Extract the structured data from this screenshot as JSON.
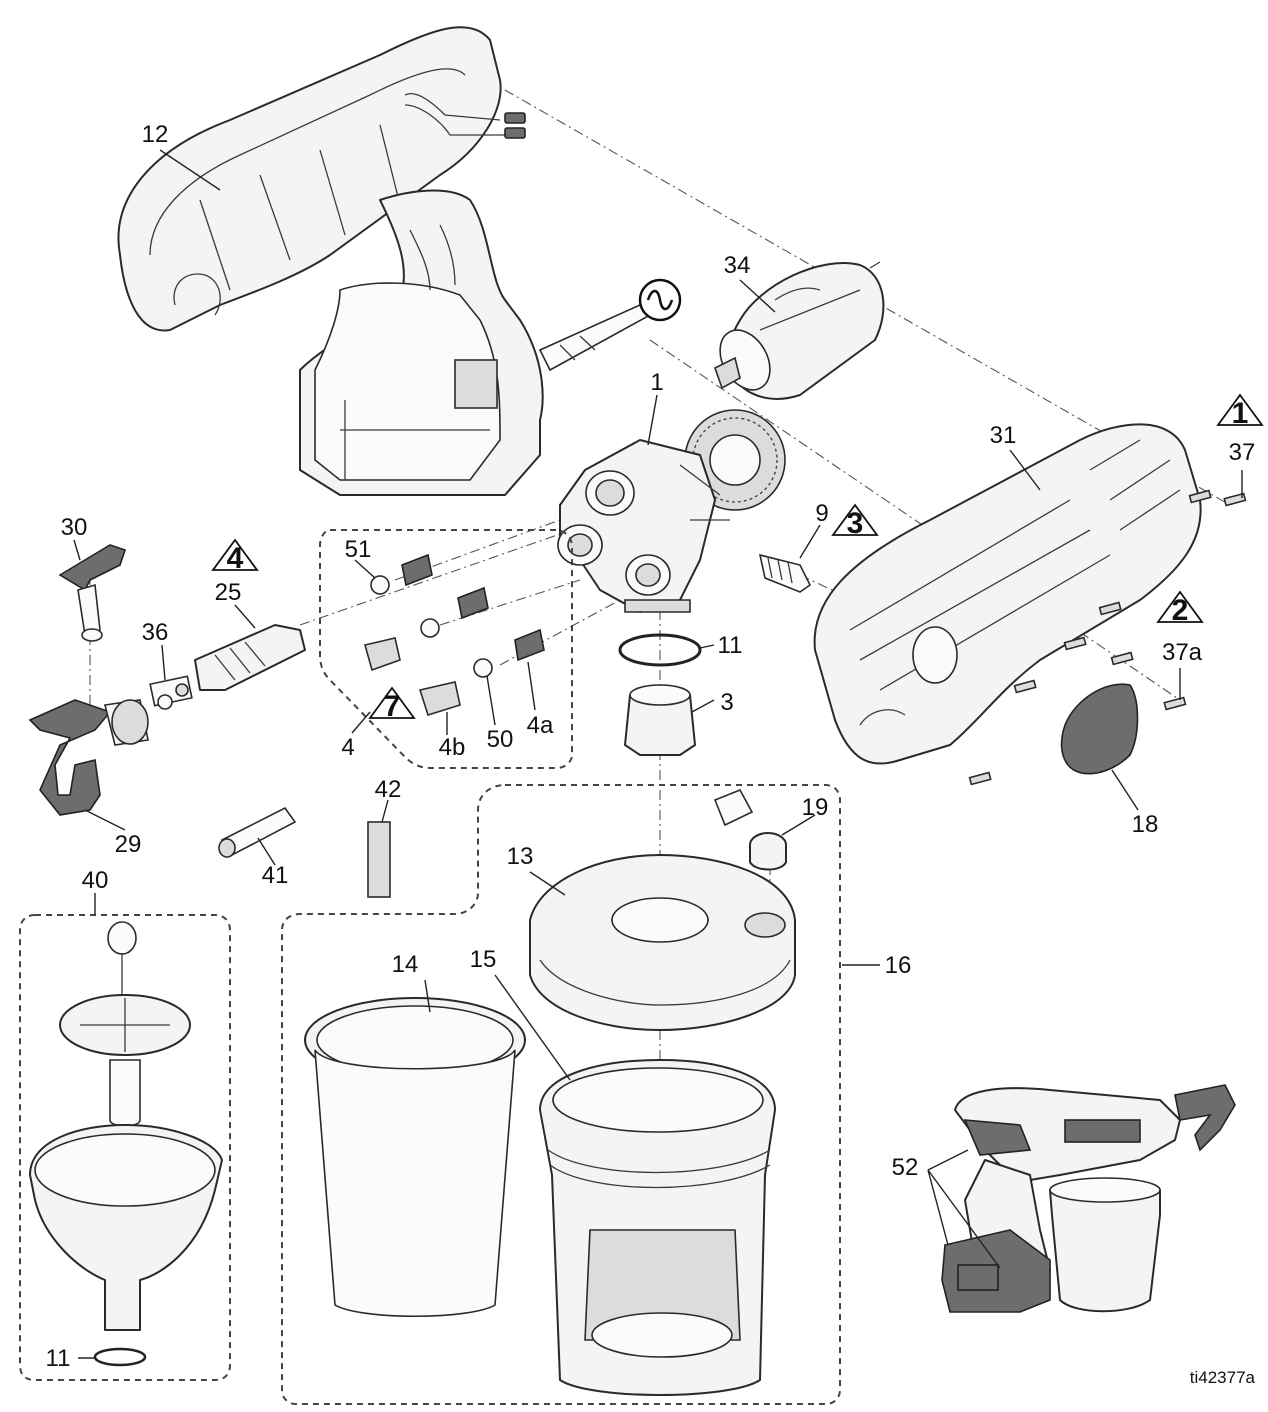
{
  "callouts": {
    "c1": "1",
    "c3": "3",
    "c4": "4",
    "c4a": "4a",
    "c4b": "4b",
    "c9": "9",
    "c11": "11",
    "c11b": "11",
    "c12": "12",
    "c13": "13",
    "c14": "14",
    "c15": "15",
    "c16": "16",
    "c18": "18",
    "c19": "19",
    "c25": "25",
    "c29": "29",
    "c30": "30",
    "c31": "31",
    "c34": "34",
    "c36": "36",
    "c37": "37",
    "c37a": "37a",
    "c40": "40",
    "c41": "41",
    "c42": "42",
    "c50": "50",
    "c51": "51",
    "c52": "52"
  },
  "warnings": {
    "w1": "1",
    "w2": "2",
    "w3": "3",
    "w4": "4",
    "w7": "7"
  },
  "reference_code": "ti42377a",
  "icons": {
    "ac_symbol": "ac-power-symbol-icon",
    "warning": "warning-triangle-icon"
  }
}
